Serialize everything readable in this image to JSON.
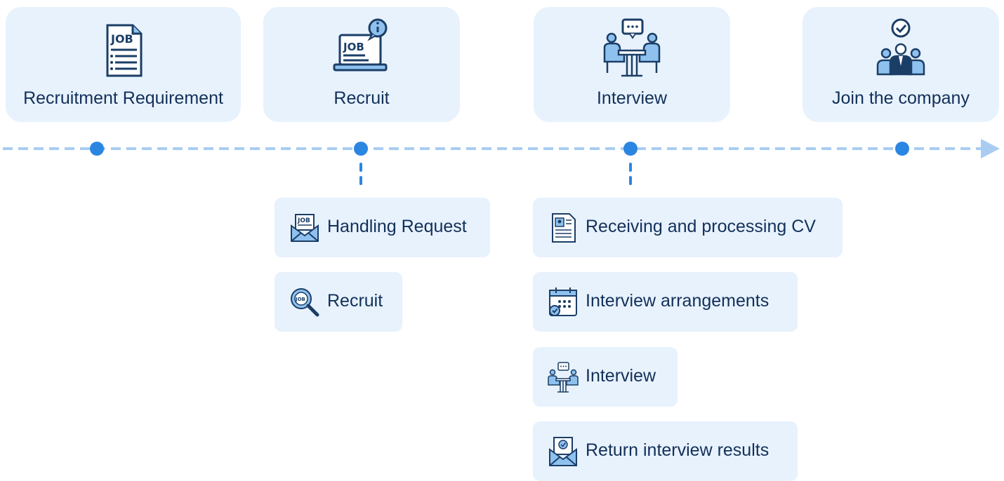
{
  "stages": [
    {
      "label": "Recruitment Requirement",
      "icon": "job-document-icon"
    },
    {
      "label": "Recruit",
      "icon": "job-laptop-info-icon"
    },
    {
      "label": "Interview",
      "icon": "interview-meeting-icon"
    },
    {
      "label": "Join the company",
      "icon": "team-check-icon"
    }
  ],
  "subitems": {
    "recruit": [
      {
        "label": "Handling Request",
        "icon": "job-envelope-icon"
      },
      {
        "label": "Recruit",
        "icon": "job-search-icon"
      }
    ],
    "interview": [
      {
        "label": "Receiving and processing CV",
        "icon": "cv-document-icon"
      },
      {
        "label": "Interview arrangements",
        "icon": "calendar-check-icon"
      },
      {
        "label": "Interview",
        "icon": "interview-small-icon"
      },
      {
        "label": "Return interview results",
        "icon": "result-envelope-icon"
      }
    ]
  },
  "colors": {
    "card_bg": "#e8f2fd",
    "accent": "#2b86e2",
    "dash": "#a9cdf2",
    "icon_dark": "#1b3e66",
    "icon_fill": "#8fc1ef",
    "text": "#12305a"
  }
}
